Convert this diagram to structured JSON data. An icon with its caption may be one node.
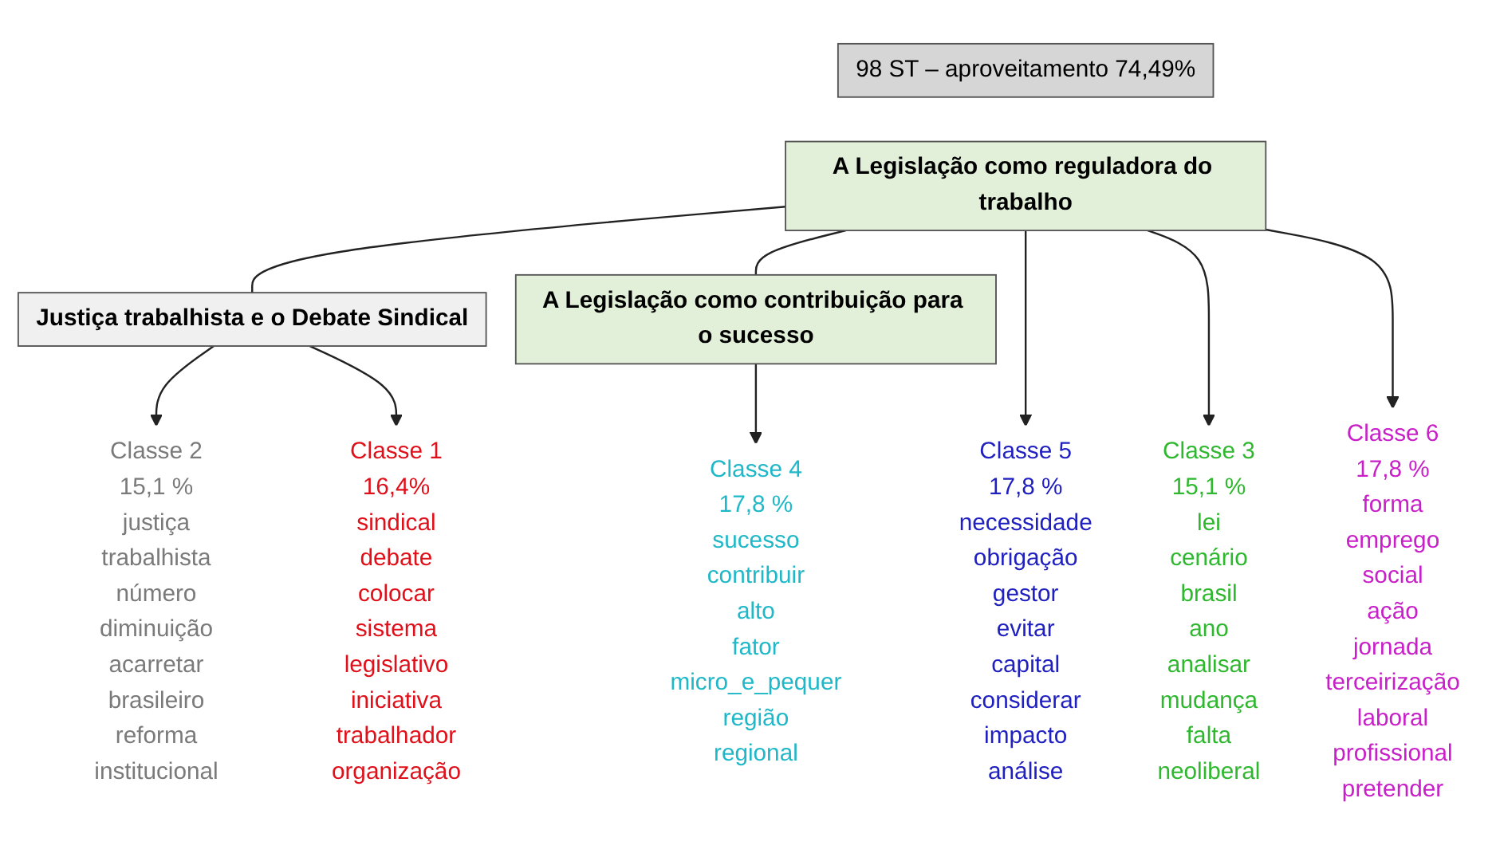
{
  "diagram": {
    "nodes": [
      {
        "text": [
          "98 ST – aproveitamento 74,49%"
        ]
      },
      {
        "text": [
          "A Legislação como contribuição para o sucesso"
        ]
      },
      {
        "text": [
          "A Legislação como reguladora do trabalho"
        ]
      },
      {
        "text": [
          "Justiça trabalhista e o Debate Sindical"
        ]
      },
      {
        "text": [
          "Classe 2",
          "15,1 %",
          "justiça",
          "trabalhista",
          "número",
          "diminuição",
          "acarretar",
          "brasileiro",
          "reforma",
          "institucional"
        ]
      },
      {
        "text": [
          "Classe 1",
          "16,4%",
          "sindical",
          "debate",
          "colocar",
          "sistema",
          "legislativo",
          "iniciativa",
          "trabalhador",
          "organização"
        ]
      },
      {
        "text": [
          "Classe 5",
          "17,8 %",
          "necessidade",
          "obrigação",
          "gestor",
          "evitar",
          "capital",
          "considerar",
          "impacto",
          "análise"
        ]
      },
      {
        "text": [
          "Classe 3",
          "15,1 %",
          "lei",
          "cenário",
          "brasil",
          "ano",
          "analisar",
          "mudança",
          "falta",
          "neoliberal"
        ]
      },
      {
        "text": [
          "Classe 6",
          "17,8 %",
          "forma",
          "emprego",
          "social",
          "ação",
          "jornada",
          "terceirização",
          "laboral",
          "profissional",
          "pretender"
        ]
      },
      {
        "text": [
          "Classe 4",
          "17,8 %",
          "sucesso",
          "contribuir",
          "alto",
          "fator",
          "micro_e_pequer",
          "região",
          "regional"
        ]
      }
    ],
    "edges": [
      {
        "from": 2,
        "to": 3,
        "arrow": "none"
      },
      {
        "from": 2,
        "to": 1,
        "arrow": "none"
      },
      {
        "from": 3,
        "to": 4,
        "arrow": "to"
      },
      {
        "from": 3,
        "to": 5,
        "arrow": "to"
      },
      {
        "from": 2,
        "to": 6,
        "arrow": "to"
      },
      {
        "from": 2,
        "to": 7,
        "arrow": "to"
      },
      {
        "from": 2,
        "to": 8,
        "arrow": "to"
      },
      {
        "from": 1,
        "to": 9,
        "arrow": "to"
      }
    ]
  }
}
